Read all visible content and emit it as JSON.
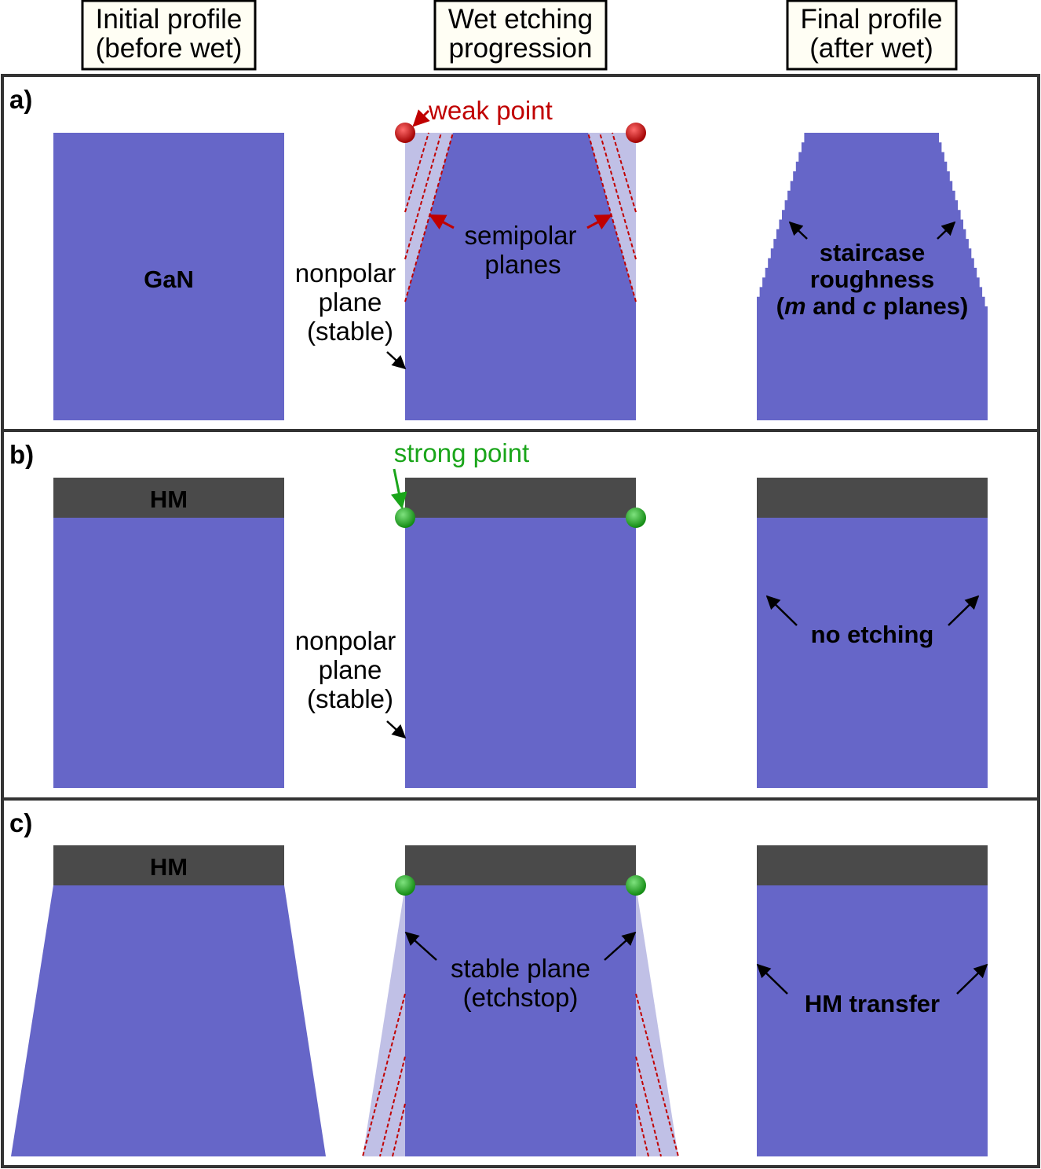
{
  "headers": {
    "initial": [
      "Initial profile",
      "(before wet)"
    ],
    "progression": [
      "Wet etching",
      "progression"
    ],
    "final": [
      "Final profile",
      "(after wet)"
    ]
  },
  "panels": {
    "a": {
      "label": "a)",
      "gan_label": "GaN",
      "weak_point": "weak point",
      "semipolar": [
        "semipolar",
        "planes"
      ],
      "nonpolar": [
        "nonpolar",
        "plane",
        "(stable)"
      ],
      "staircase": [
        "staircase",
        "roughness"
      ],
      "staircase_planes": {
        "open": "(",
        "m": "m",
        "and": " and ",
        "c": "c",
        "rest": " planes)"
      }
    },
    "b": {
      "label": "b)",
      "hm": "HM",
      "strong_point": "strong point",
      "nonpolar": [
        "nonpolar",
        "plane",
        "(stable)"
      ],
      "no_etching": "no etching"
    },
    "c": {
      "label": "c)",
      "hm": "HM",
      "stable_plane": [
        "stable plane",
        "(etchstop)"
      ],
      "hm_transfer": "HM transfer"
    }
  },
  "colors": {
    "gan": "#6666c8",
    "gan_light": "#c0c0e6",
    "hm": "#4a4a4a",
    "weak": "#c00000",
    "strong": "#1aa51a",
    "arrow": "#000000"
  }
}
